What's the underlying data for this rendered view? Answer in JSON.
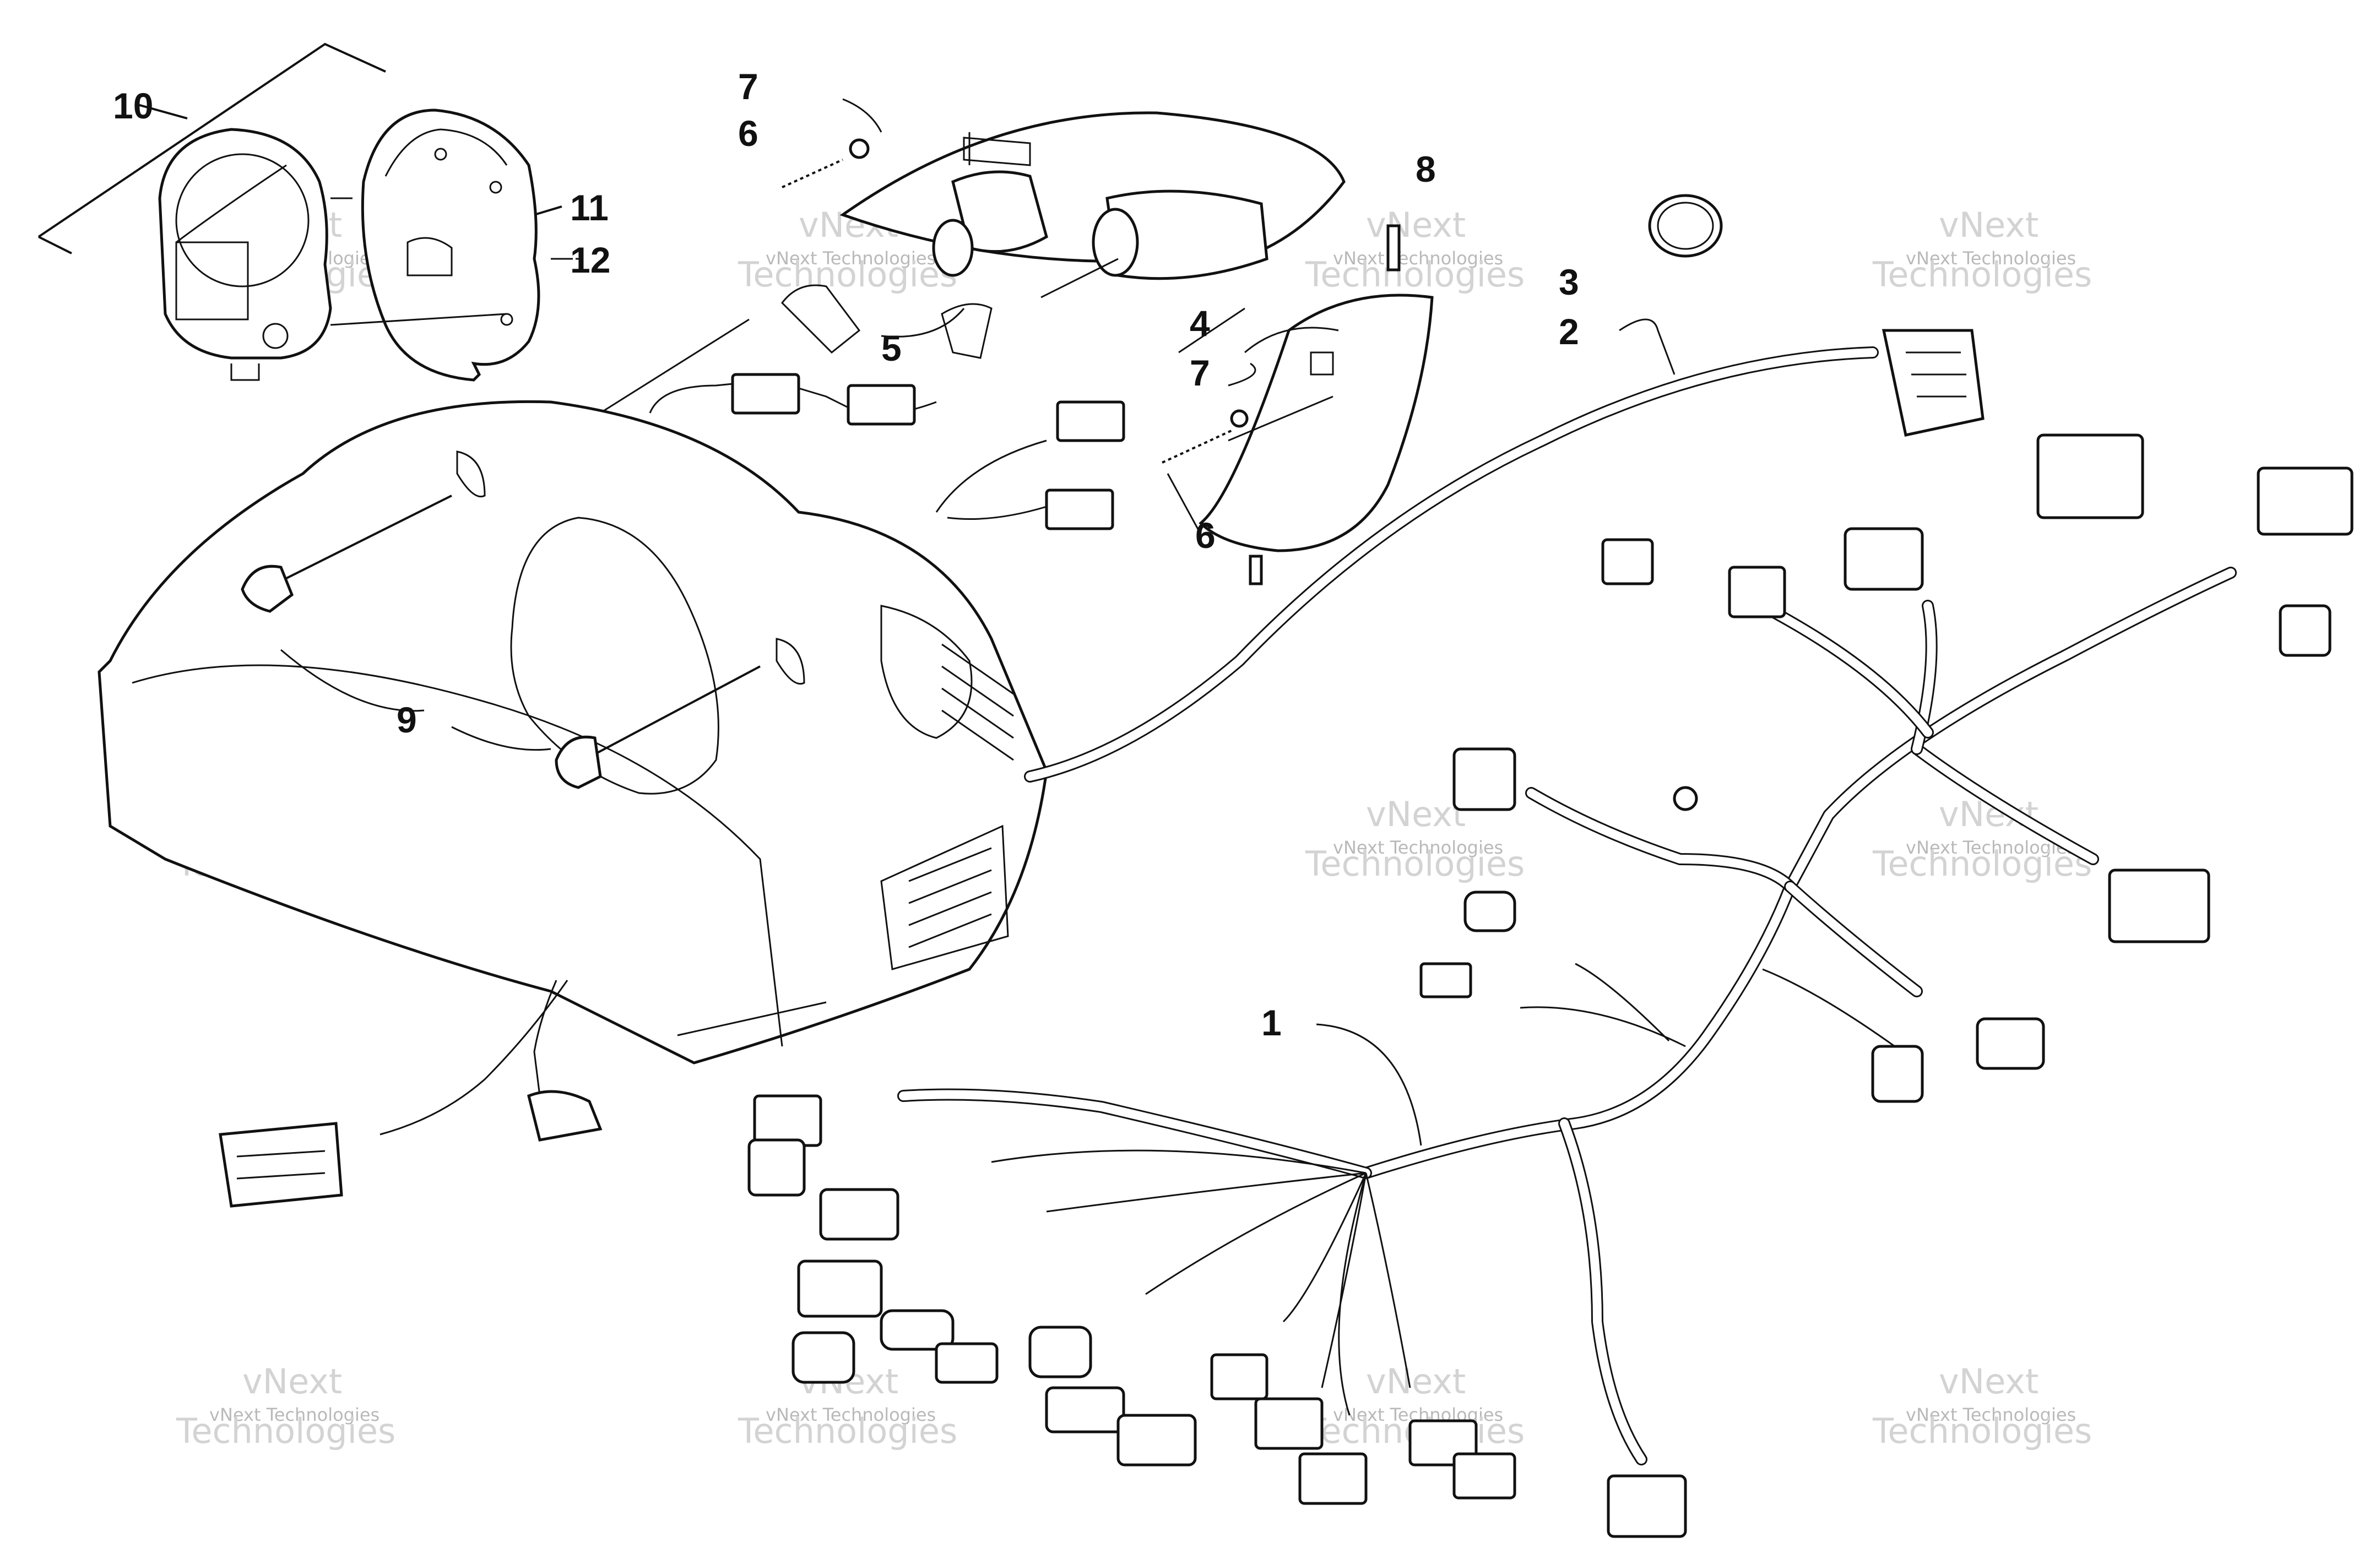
{
  "callouts": [
    {
      "label": "1"
    },
    {
      "label": "2"
    },
    {
      "label": "3"
    },
    {
      "label": "4"
    },
    {
      "label": "5"
    },
    {
      "label": "6"
    },
    {
      "label": "6"
    },
    {
      "label": "7"
    },
    {
      "label": "7"
    },
    {
      "label": "8"
    },
    {
      "label": "9"
    },
    {
      "label": "10"
    },
    {
      "label": "11"
    },
    {
      "label": "12"
    }
  ],
  "watermark": {
    "line1": "vNext Technologies",
    "line2a": "vNext",
    "line2b": "Technologies"
  }
}
